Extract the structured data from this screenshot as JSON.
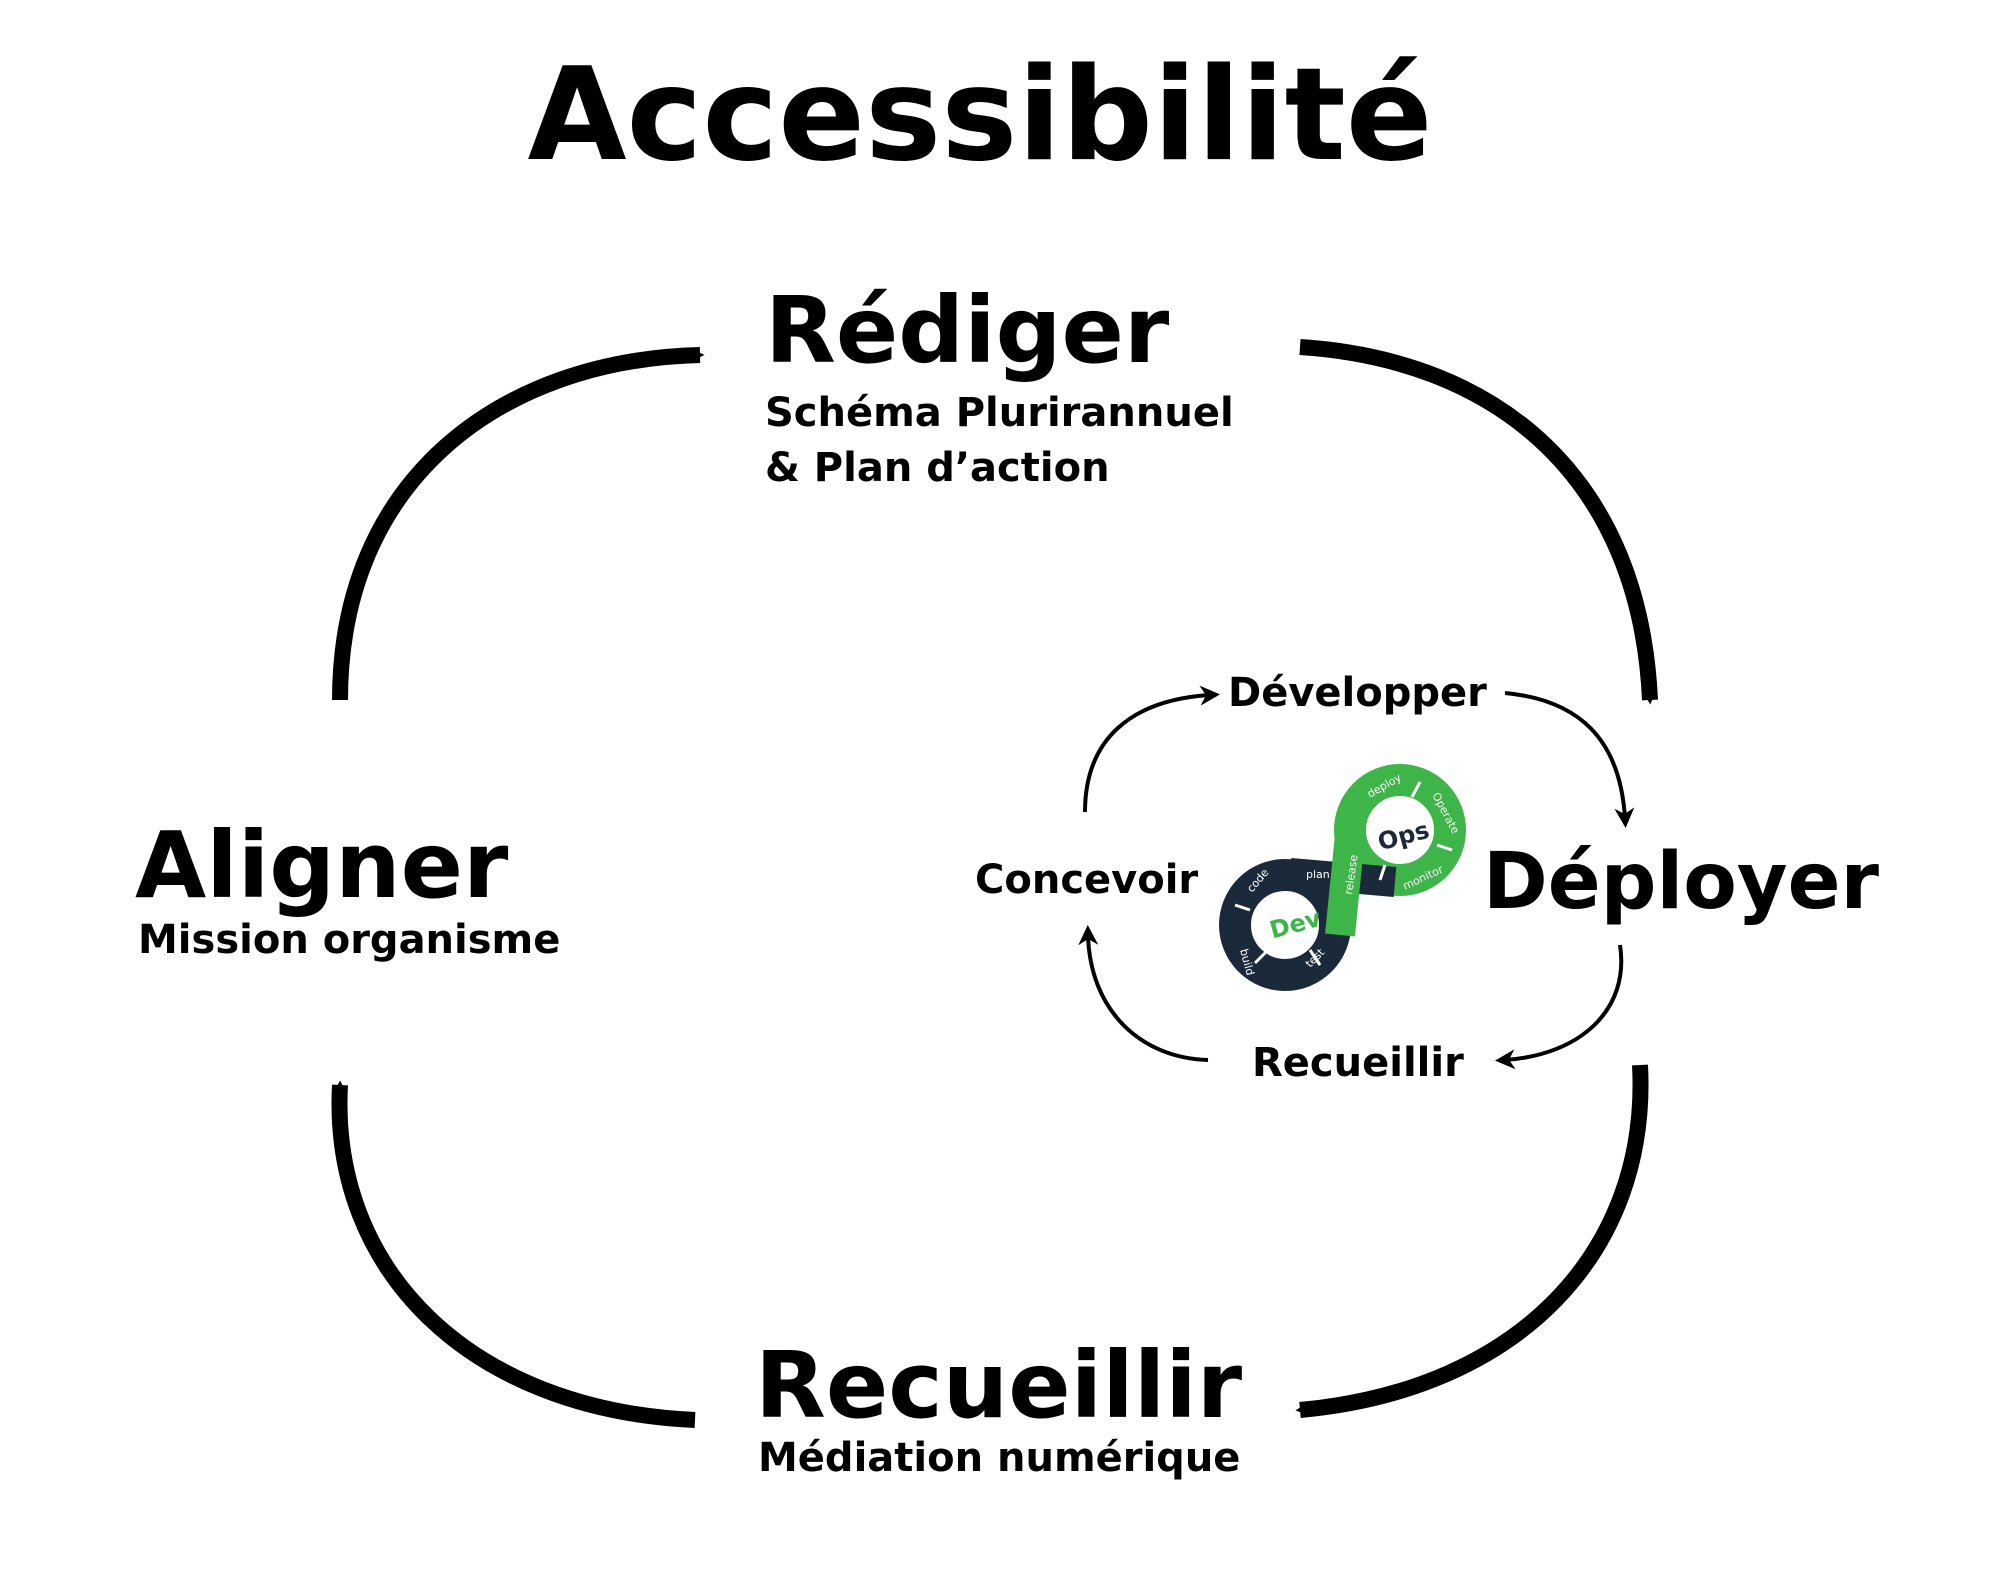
{
  "title": "Accessibilité",
  "stages": {
    "rediger": {
      "label": "Rédiger",
      "sub1": "Schéma Plurirannuel",
      "sub2": "& Plan d’action"
    },
    "deployer": {
      "label": "Déployer"
    },
    "recueillir": {
      "label": "Recueillir",
      "sub1": "Médiation numérique"
    },
    "aligner": {
      "label": "Aligner",
      "sub1": "Mission organisme"
    }
  },
  "inner_cycle": {
    "developper": "Développer",
    "concevoir": "Concevoir",
    "recueillir": "Recueillir"
  },
  "devops_logo": {
    "dev": "Dev",
    "ops": "Ops",
    "segments": [
      "code",
      "build",
      "test",
      "plan",
      "release",
      "deploy",
      "Operate",
      "monitor"
    ]
  },
  "colors": {
    "arrow": "#000000",
    "devops_dark": "#1b2a3b",
    "devops_green": "#3eb549",
    "text": "#000000",
    "background": "#ffffff"
  }
}
